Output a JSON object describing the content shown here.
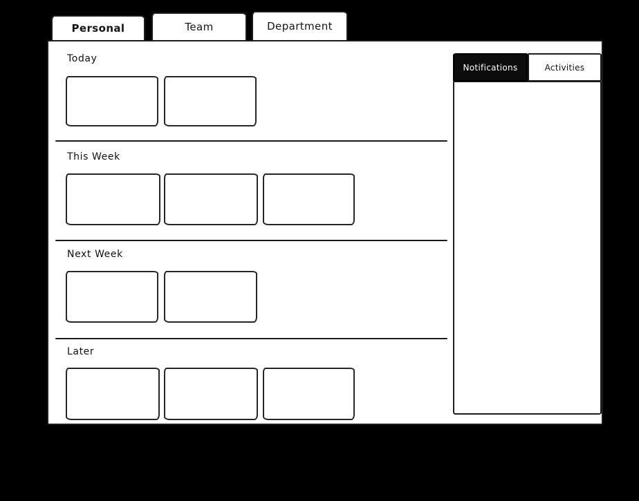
{
  "colors": {
    "background": "#000000",
    "surface": "#ffffff",
    "ink": "#1c1c1c",
    "selected_side_tab_bg": "#0c0c0c",
    "selected_side_tab_text": "#ffffff"
  },
  "tab_bar": {
    "tabs": [
      {
        "label": "Personal",
        "active": true
      },
      {
        "label": "Team",
        "active": false
      },
      {
        "label": "Department",
        "active": false
      }
    ]
  },
  "board": {
    "sections": [
      {
        "label": "Today",
        "card_count": 2
      },
      {
        "label": "This Week",
        "card_count": 3
      },
      {
        "label": "Next Week",
        "card_count": 2
      },
      {
        "label": "Later",
        "card_count": 3
      }
    ]
  },
  "side_panel": {
    "tabs": [
      {
        "label": "Notifications",
        "selected": true
      },
      {
        "label": "Activities",
        "selected": false
      }
    ]
  }
}
